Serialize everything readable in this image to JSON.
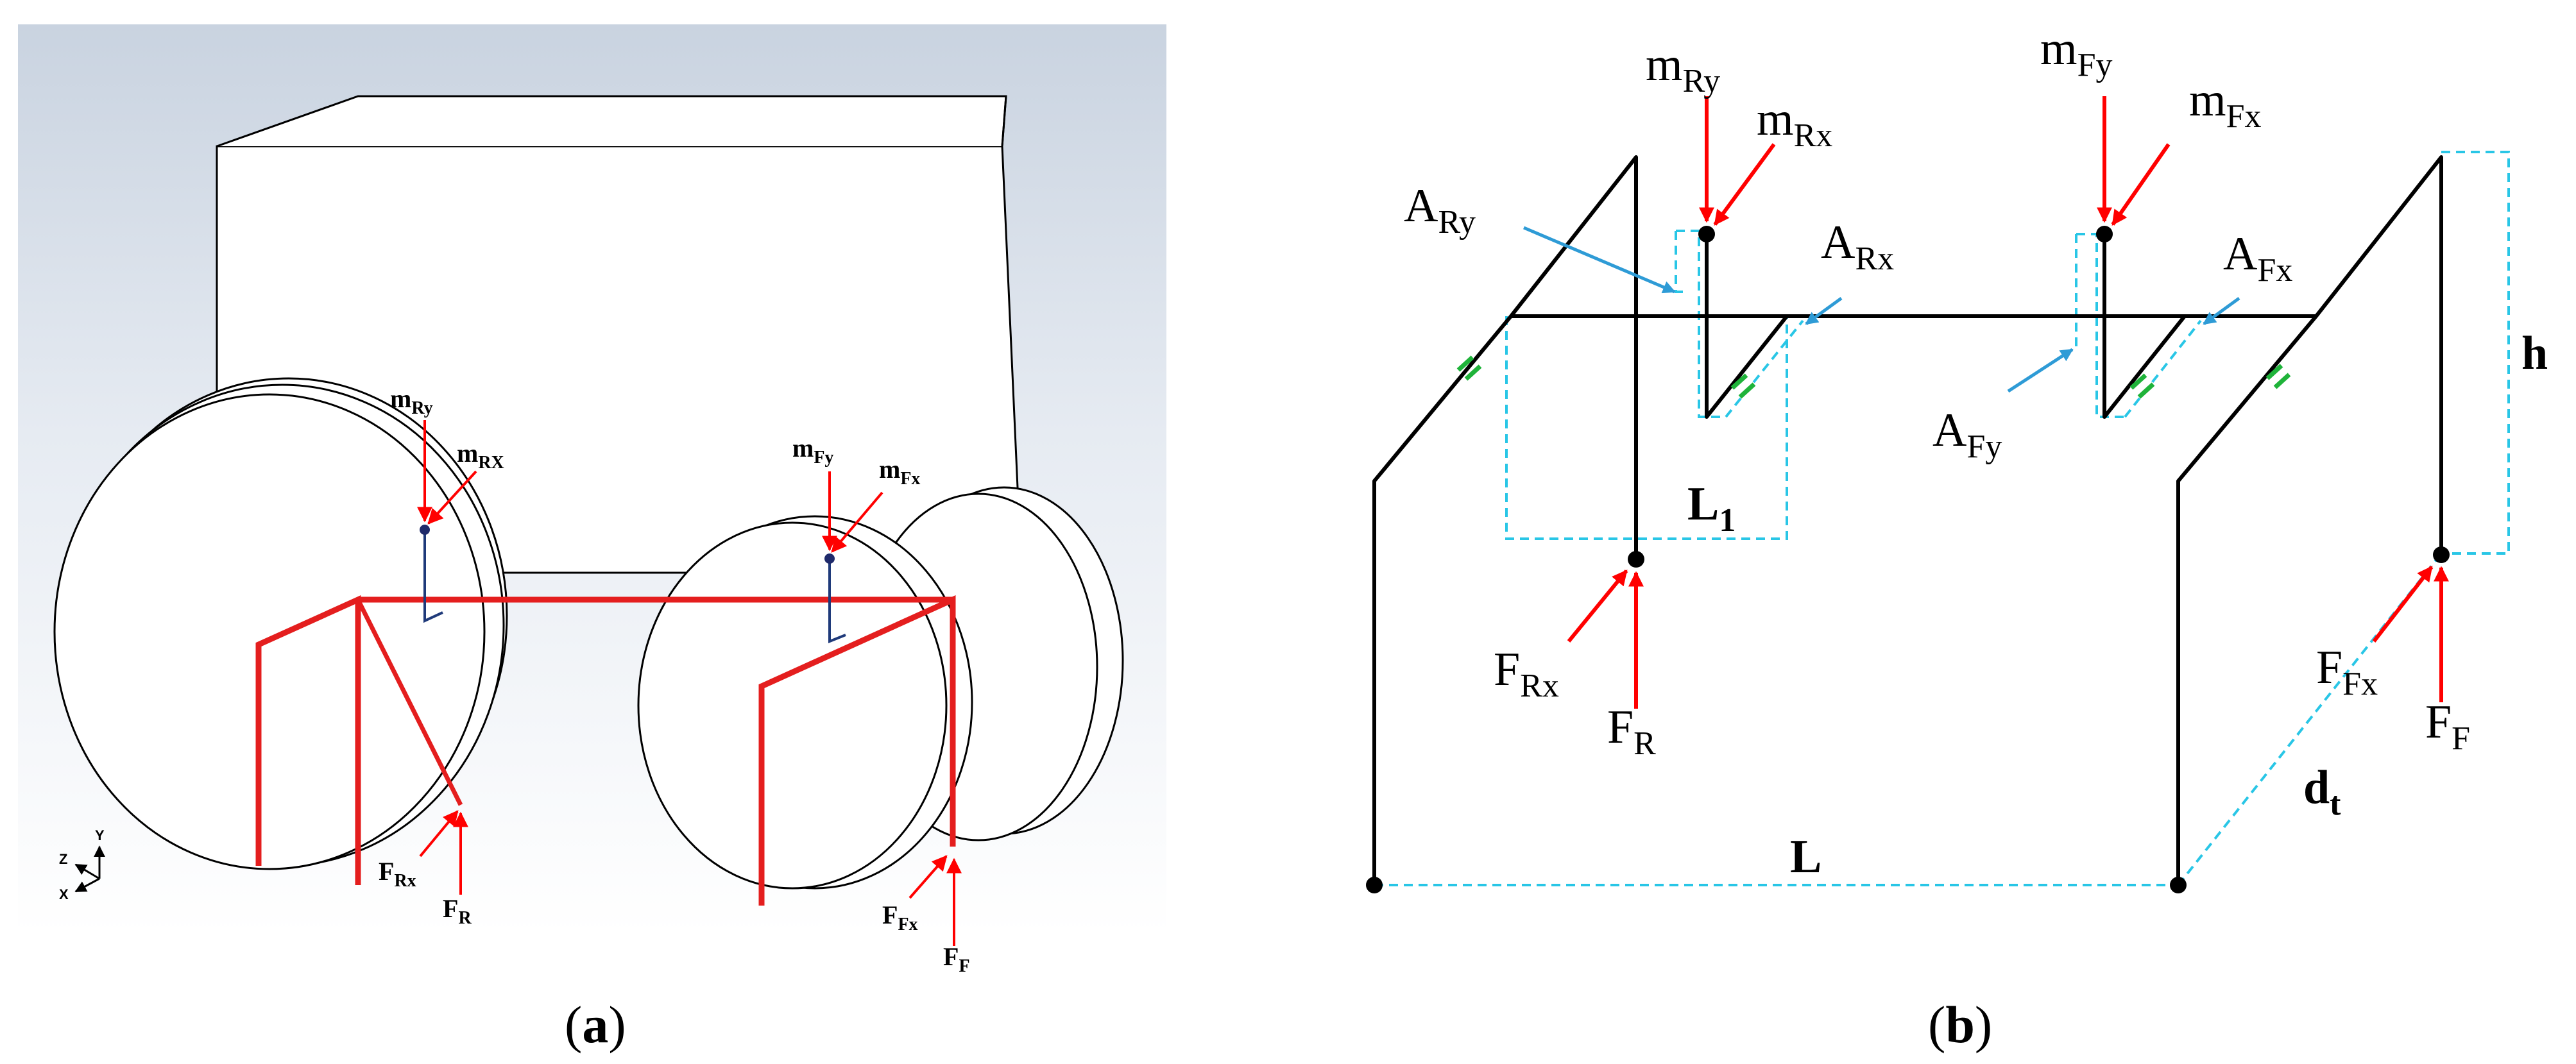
{
  "colors": {
    "load_arrow": "#ff0000",
    "frame_a": "#e41e1e",
    "area_arrow": "#2e9bd6",
    "dashed_box": "#29c6e6",
    "hash_marks": "#1fb33a",
    "outline": "#000000",
    "cad_bg_top": "#c9d3e0",
    "cad_bg_bottom": "#ffffff"
  },
  "panel_a": {
    "caption": {
      "open": "(",
      "letter": "a",
      "close": ")"
    },
    "labels": {
      "m_ry": {
        "base": "m",
        "sub": "Ry"
      },
      "m_rx": {
        "base": "m",
        "sub": "RX"
      },
      "m_fy": {
        "base": "m",
        "sub": "Fy"
      },
      "m_fx": {
        "base": "m",
        "sub": "Fx"
      },
      "f_rx": {
        "base": "F",
        "sub": "Rx"
      },
      "f_r": {
        "base": "F",
        "sub": "R"
      },
      "f_fx": {
        "base": "F",
        "sub": "Fx"
      },
      "f_f": {
        "base": "F",
        "sub": "F"
      }
    },
    "triad": {
      "y": "Y",
      "z": "Z",
      "x": "X"
    }
  },
  "panel_b": {
    "caption": {
      "open": "(",
      "letter": "b",
      "close": ")"
    },
    "labels": {
      "m_ry": {
        "base": "m",
        "sub": "Ry"
      },
      "m_rx": {
        "base": "m",
        "sub": "Rx"
      },
      "m_fy": {
        "base": "m",
        "sub": "Fy"
      },
      "m_fx": {
        "base": "m",
        "sub": "Fx"
      },
      "a_ry": {
        "base": "A",
        "sub": "Ry"
      },
      "a_rx": {
        "base": "A",
        "sub": "Rx"
      },
      "a_fx": {
        "base": "A",
        "sub": "Fx"
      },
      "a_fy": {
        "base": "A",
        "sub": "Fy"
      },
      "f_rx": {
        "base": "F",
        "sub": "Rx"
      },
      "f_r": {
        "base": "F",
        "sub": "R"
      },
      "f_fx": {
        "base": "F",
        "sub": "Fx"
      },
      "f_f": {
        "base": "F",
        "sub": "F"
      },
      "l1": {
        "base": "L",
        "sub": "1"
      },
      "l": {
        "base": "L",
        "sub": ""
      },
      "h": {
        "base": "h",
        "sub": ""
      },
      "dt": {
        "base": "d",
        "sub": "t"
      }
    }
  }
}
